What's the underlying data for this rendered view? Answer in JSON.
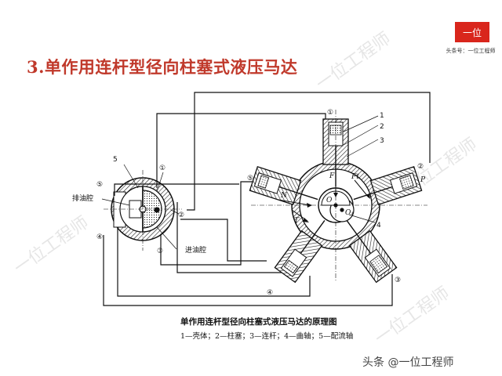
{
  "slide": {
    "title": "3.单作用连杆型径向柱塞式液压马达",
    "brand": {
      "logo_text": "一位",
      "logo_subtitle": "头条号：一位工程师",
      "watermark_text": "一位工程师",
      "footer": "头条 @一位工程师"
    }
  },
  "diagram": {
    "caption": "单作用连杆型径向柱塞式液压马达的原理图",
    "legend": "1—壳体；2—柱塞；3—连杆；4—曲轴；5—配流轴",
    "left_labels": {
      "drain_chamber": "排油腔",
      "inlet_chamber": "进油腔",
      "part5": "5",
      "c1": "①",
      "c2": "②",
      "c3": "③",
      "c4": "④",
      "c5": "⑤"
    },
    "right_labels": {
      "n1": "1",
      "n2": "2",
      "n3": "3",
      "n4": "4",
      "c1": "①",
      "c2": "②",
      "c3": "③",
      "c4": "④",
      "c5": "⑤",
      "F": "F",
      "Ft": "Ft",
      "N": "N",
      "T": "T",
      "P": "P",
      "O": "O",
      "O1": "O₁"
    }
  }
}
